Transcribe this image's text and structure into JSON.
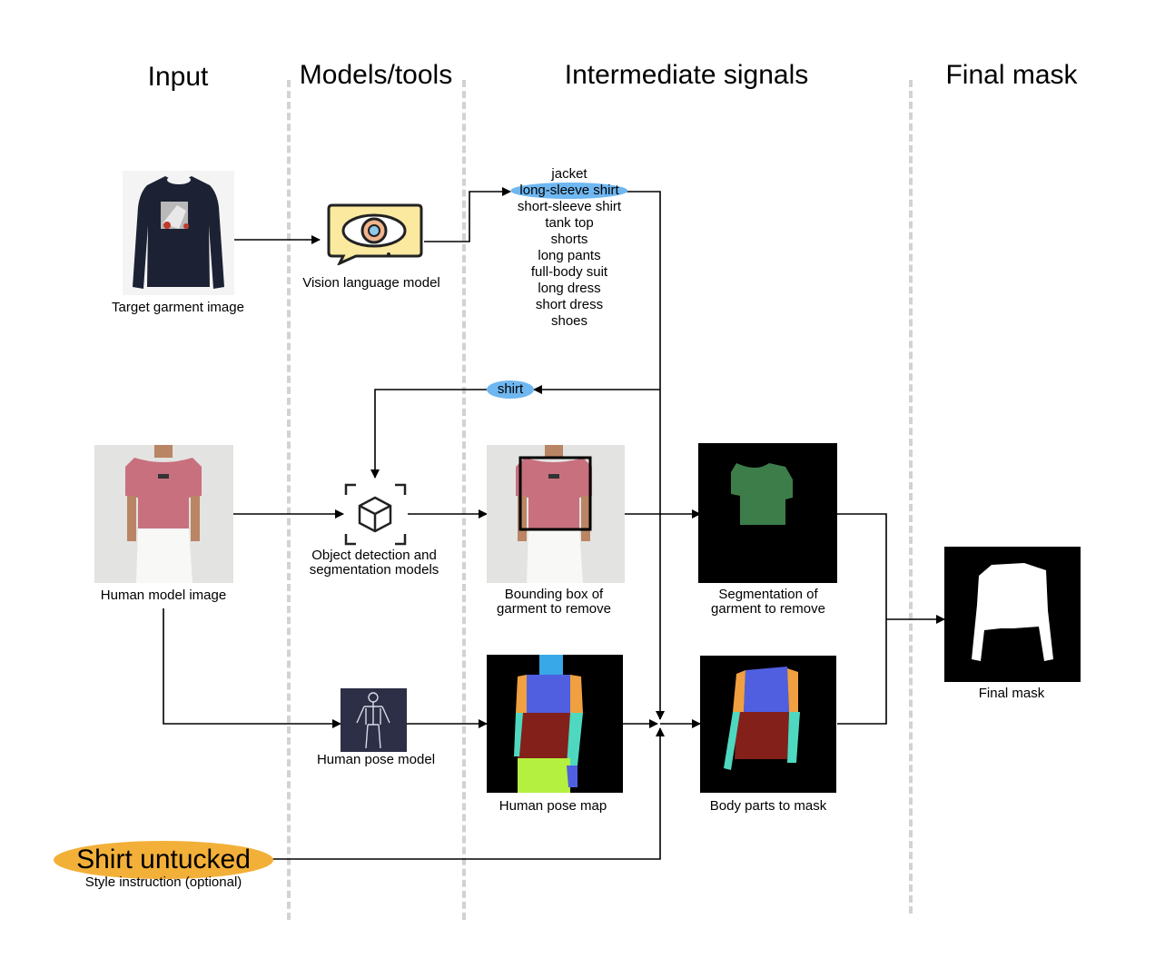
{
  "columns": {
    "input": "Input",
    "models": "Models/tools",
    "intermediate": "Intermediate signals",
    "final": "Final mask"
  },
  "labels": {
    "target_garment": "Target garment image",
    "vlm": "Vision language model",
    "human_model": "Human model image",
    "detection_line1": "Object detection and",
    "detection_line2": "segmentation models",
    "bbox_line1": "Bounding box of",
    "bbox_line2": "garment to remove",
    "seg_line1": "Segmentation of",
    "seg_line2": "garment to remove",
    "final_mask": "Final mask",
    "pose_model": "Human pose model",
    "pose_map": "Human pose map",
    "body_parts": "Body parts to mask",
    "style_instruction": "Style instruction (optional)"
  },
  "categories": [
    {
      "text": "jacket",
      "selected": false
    },
    {
      "text": "long-sleeve shirt",
      "selected": true
    },
    {
      "text": "short-sleeve shirt",
      "selected": false
    },
    {
      "text": "tank top",
      "selected": false
    },
    {
      "text": "shorts",
      "selected": false
    },
    {
      "text": "long pants",
      "selected": false
    },
    {
      "text": "full-body suit",
      "selected": false
    },
    {
      "text": "long dress",
      "selected": false
    },
    {
      "text": "short dress",
      "selected": false
    },
    {
      "text": "shoes",
      "selected": false
    }
  ],
  "coarse_category": "shirt",
  "style_text": "Shirt untucked",
  "colors": {
    "highlight_blue": "#6fb7f0",
    "style_orange": "#f3b038",
    "divider": "#d2d2d2",
    "garment_green": "#3d7d4a",
    "pose_blue": "#4f5fe0",
    "pose_red": "#84201a",
    "pose_teal": "#4fd8c0",
    "pose_orange": "#f0a040",
    "pose_lime": "#b4f040",
    "pose_cyan": "#38a8e8"
  }
}
